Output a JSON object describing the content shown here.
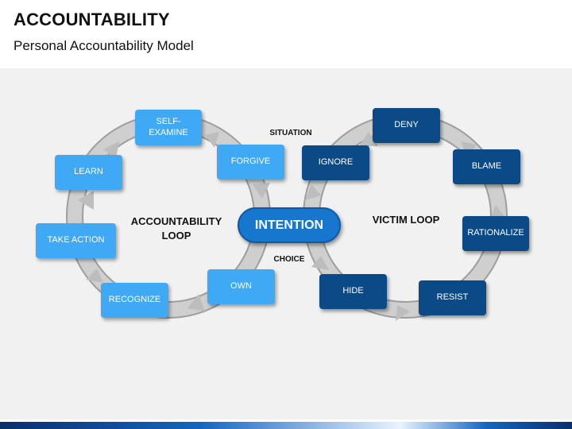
{
  "header": {
    "title": "ACCOUNTABILITY",
    "subtitle": "Personal Accountability Model"
  },
  "colors": {
    "accountability_boxes": "#3fa9f5",
    "victim_boxes": "#0b4a86",
    "intention_pill": "#1777cf",
    "loop_arrows": "#bdbdbd"
  },
  "diagram": {
    "center": "INTENTION",
    "situation_label": "SITUATION",
    "choice_label": "CHOICE",
    "accountability_loop": {
      "title_line1": "ACCOUNTABILITY",
      "title_line2": "LOOP",
      "steps": [
        "SELF-",
        "EXAMINE",
        "FORGIVE",
        "LEARN",
        "TAKE ACTION",
        "RECOGNIZE",
        "OWN"
      ]
    },
    "victim_loop": {
      "title": "VICTIM LOOP",
      "steps": [
        "DENY",
        "IGNORE",
        "BLAME",
        "RATIONALIZE",
        "RESIST",
        "HIDE"
      ]
    }
  }
}
